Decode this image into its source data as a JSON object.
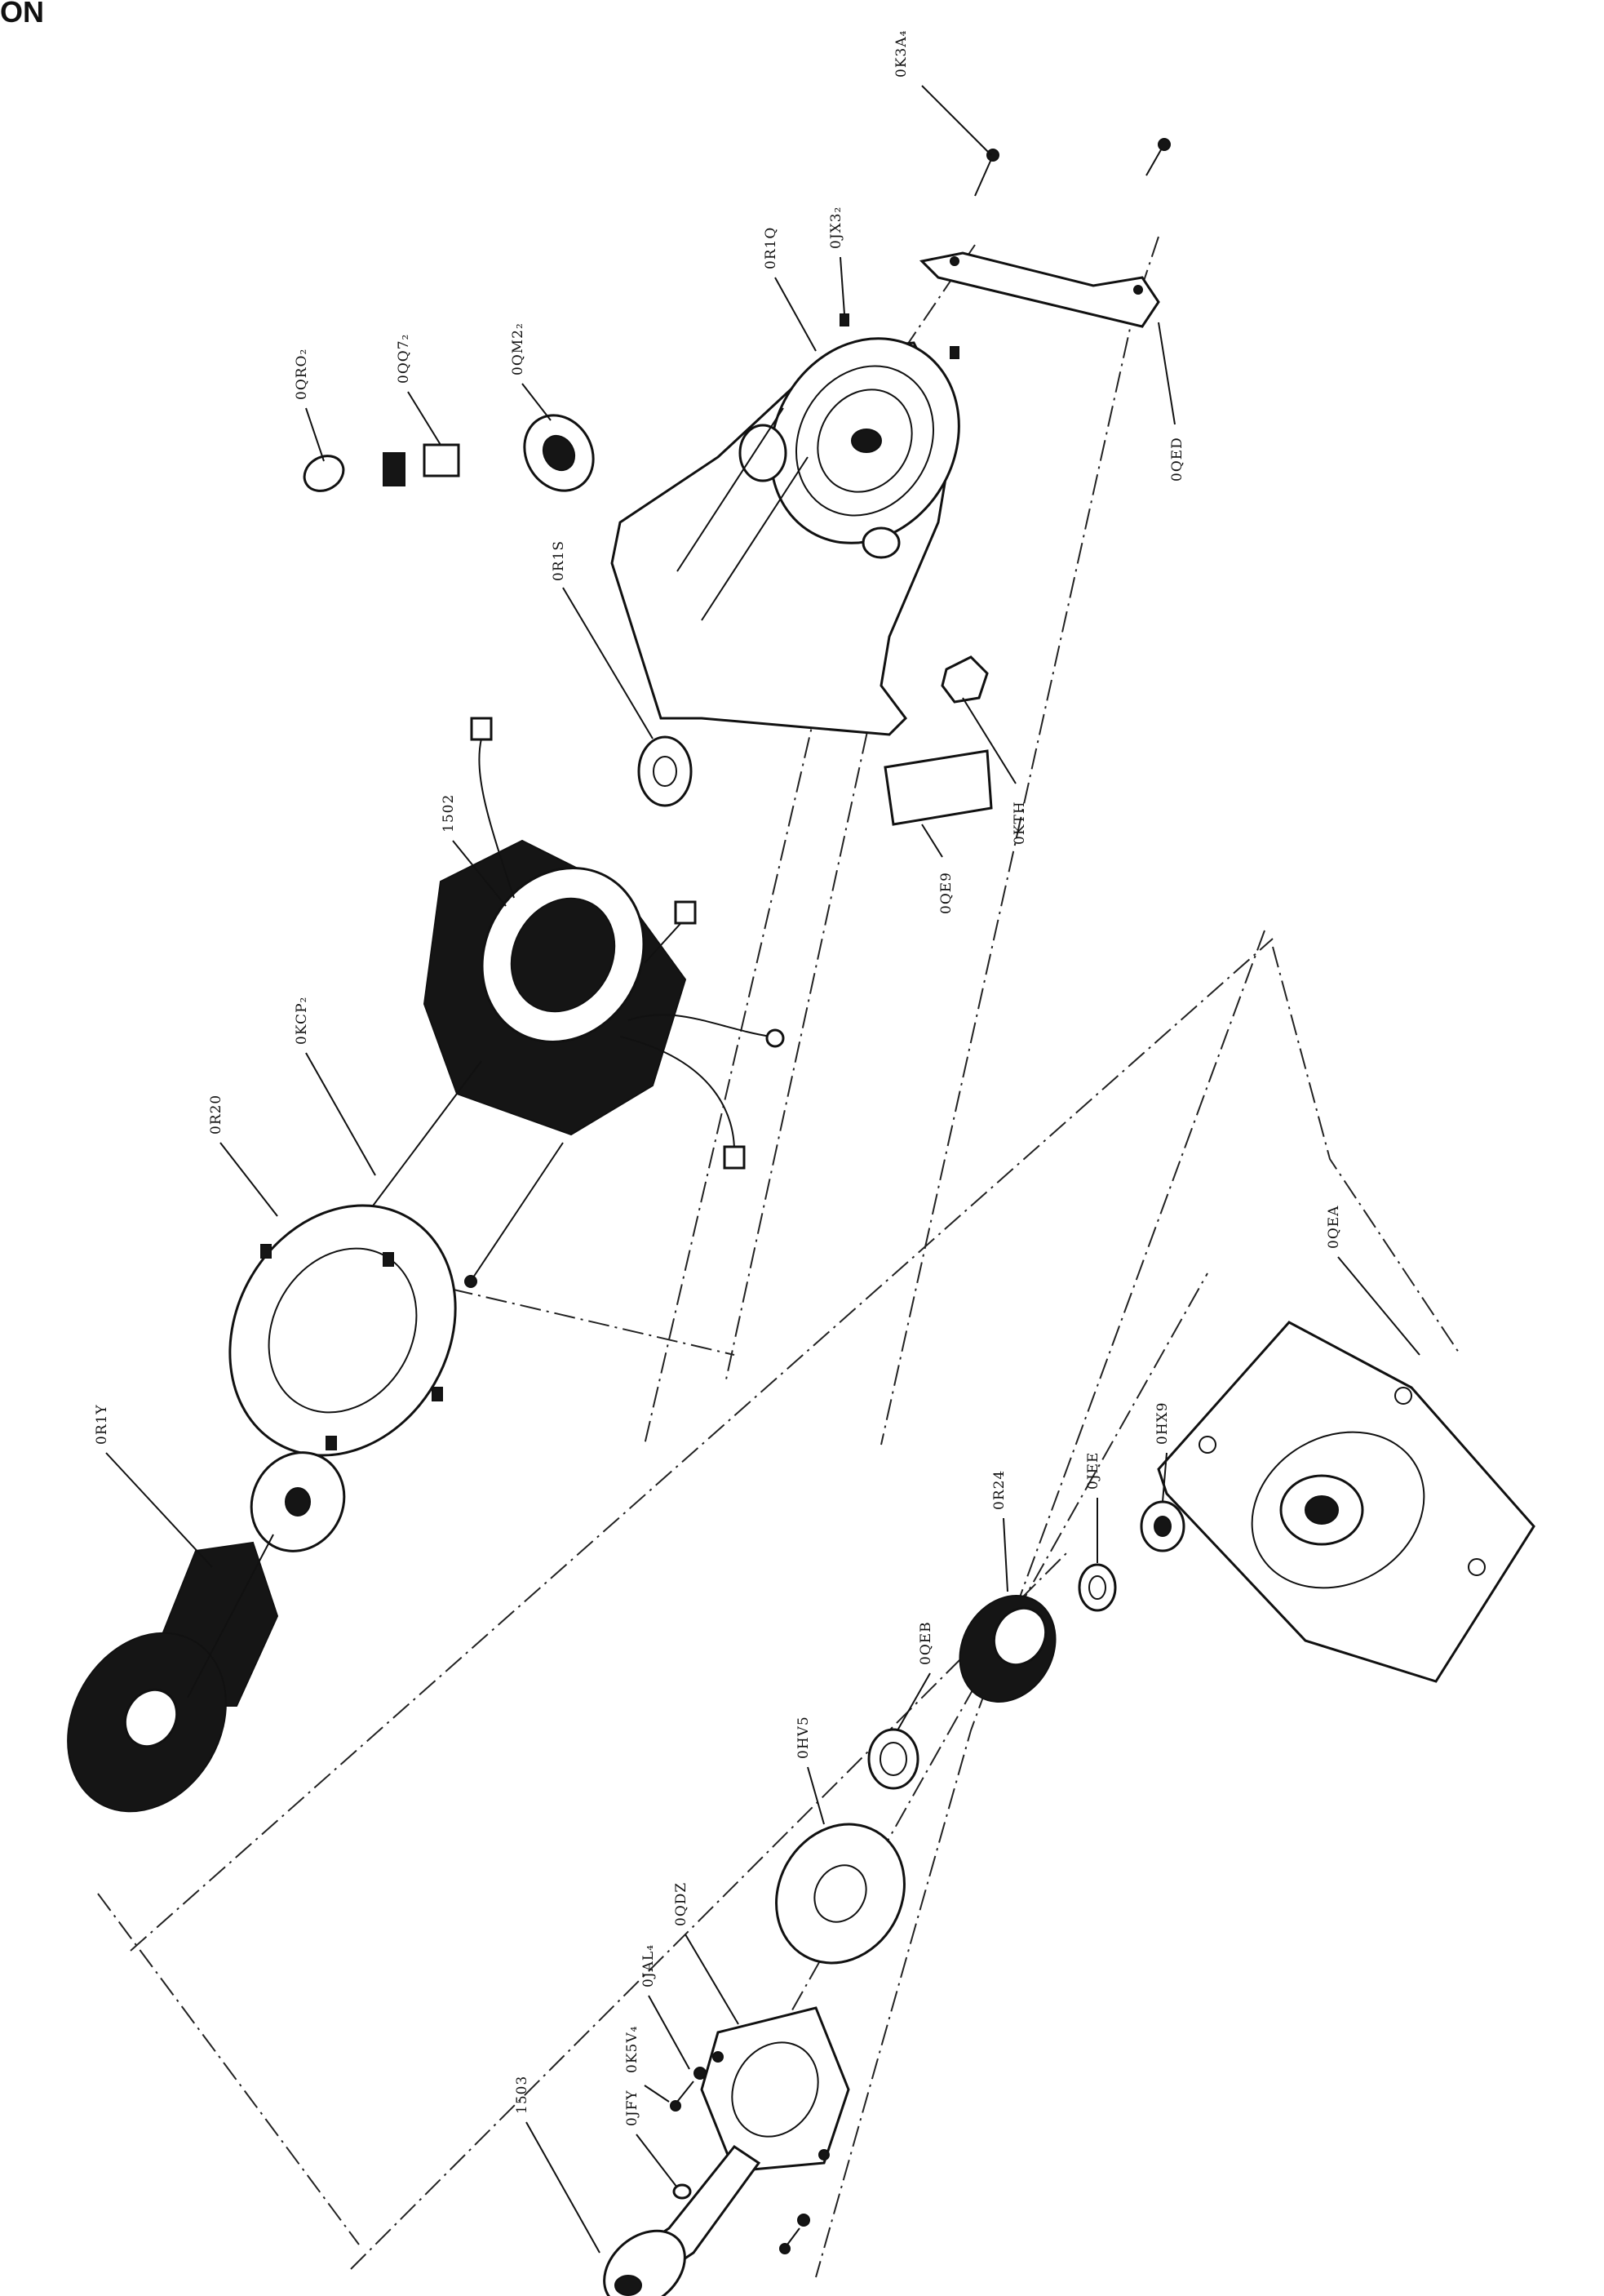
{
  "header": {
    "text": "ON"
  },
  "labels": {
    "0K3A4": "0K3A₄",
    "0JX32": "0JX3₂",
    "0R1Q": "0R1Q",
    "0QRO2": "0QRO₂",
    "0QQ72": "0QQ7₂",
    "0QM22": "0QM2₂",
    "0QED": "0QED",
    "0R1S": "0R1S",
    "0KTH": "0KTH",
    "0QE9": "0QE9",
    "1502": "1502",
    "0KCP2": "0KCP₂",
    "0R20": "0R20",
    "0R1Y": "0R1Y",
    "0QEA": "0QEA",
    "0HX9": "0HX9",
    "0JEE": "0JEE",
    "0R24": "0R24",
    "0QEB": "0QEB",
    "0HV5": "0HV5",
    "0QDZ": "0QDZ",
    "0K5V4": "0K5V₄",
    "0JAL4": "0JAL₄",
    "0JFY": "0JFY",
    "1503": "1503"
  }
}
